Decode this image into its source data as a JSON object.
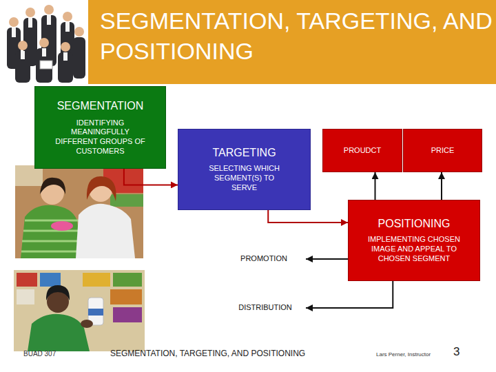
{
  "diagram": {
    "title": "SEGMENTATION, TARGETING, AND POSITIONING",
    "nodes": [
      {
        "text": [
          "SEGMENTATION",
          "IDENTIFYING MEANINGFULLY DIFFERENT GROUPS OF CUSTOMERS"
        ]
      },
      {
        "text": [
          "TARGETING",
          "SELECTING WHICH SEGMENT(S) TO SERVE"
        ]
      },
      {
        "text": [
          "PROUDCT"
        ]
      },
      {
        "text": [
          "PRICE"
        ]
      },
      {
        "text": [
          "POSITIONING",
          "IMPLEMENTING CHOSEN IMAGE AND APPEAL TO CHOSEN SEGMENT"
        ]
      },
      {
        "text": [
          "PROMOTION"
        ]
      },
      {
        "text": [
          "DISTRIBUTION"
        ]
      }
    ],
    "edges": [
      {
        "from": 0,
        "to": 1,
        "arrow": "to"
      },
      {
        "from": 1,
        "to": 4,
        "arrow": "to"
      },
      {
        "from": 4,
        "to": 2,
        "arrow": "to"
      },
      {
        "from": 4,
        "to": 3,
        "arrow": "to"
      },
      {
        "from": 4,
        "to": 5,
        "arrow": "to"
      },
      {
        "from": 4,
        "to": 6,
        "arrow": "to"
      }
    ],
    "labels": [
      "BUAD 307",
      "SEGMENTATION, TARGETING, AND POSITIONING",
      "Lars Perner, Instructor",
      "3"
    ]
  }
}
